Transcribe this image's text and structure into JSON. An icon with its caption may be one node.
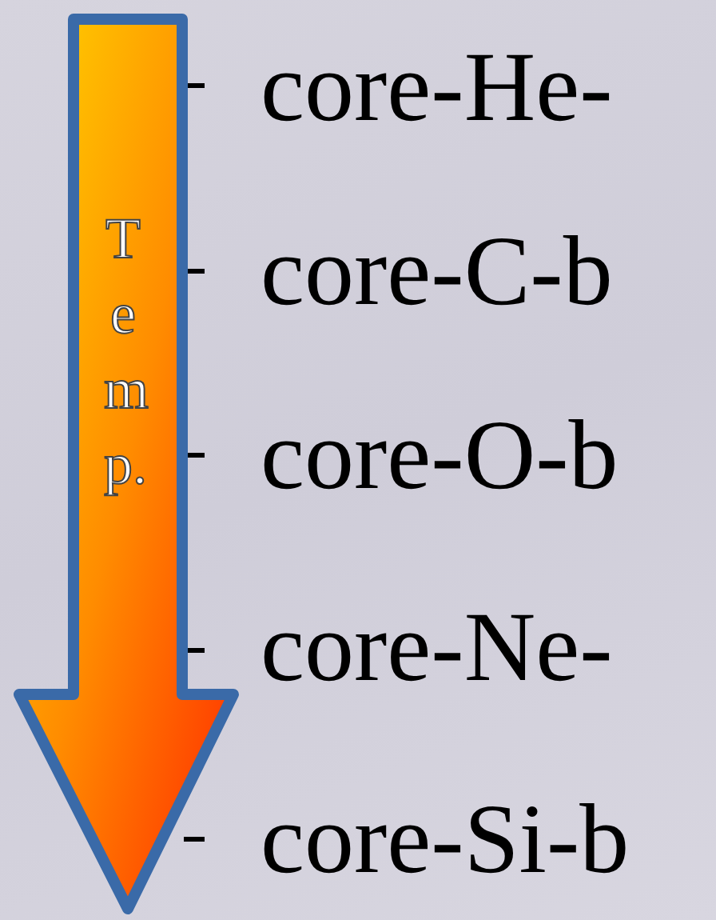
{
  "diagram": {
    "nodes": [
      {
        "text": [
          "Temp."
        ]
      }
    ],
    "edges": [],
    "labels": [
      "core-He-",
      "core-C-b",
      "core-O-b",
      "core-Ne-",
      "core-Si-b"
    ]
  }
}
